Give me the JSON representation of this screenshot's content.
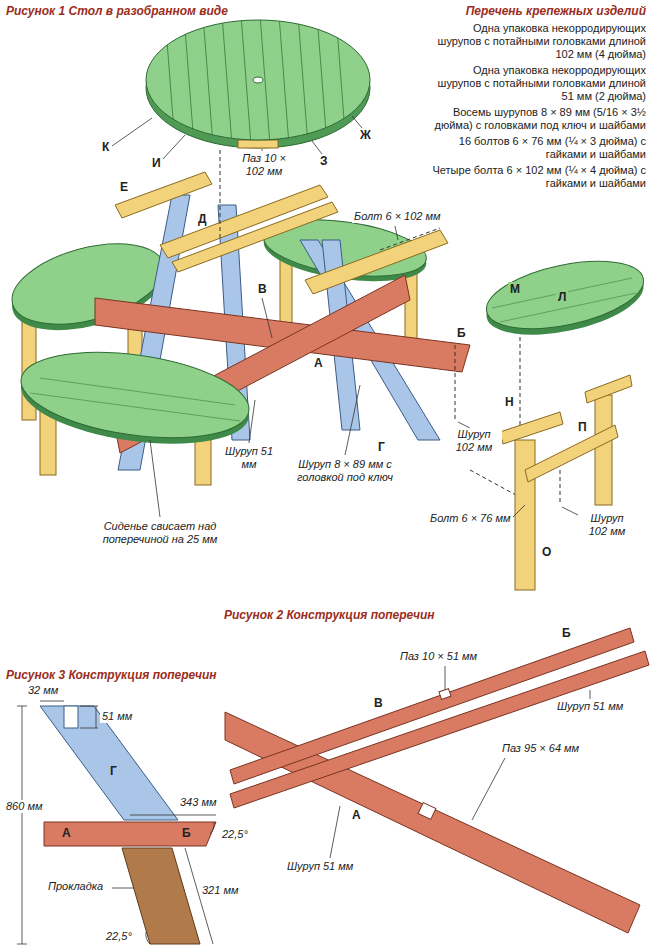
{
  "diagram": {
    "labels": [
      "Рисунок 1 Стол в разобранном виде",
      "Перечень крепежных изделий",
      "Одна упаковка некорродирующих шурупов с потайными головками длиной 102 мм (4 дюйма)",
      "Одна упаковка некорродирующих шурупов с потайными головками длиной 51 мм (2 дюйма)",
      "Восемь шурупов 8 × 89 мм (5/16 × 3½ дюйма) с головками под ключ и шайбами",
      "16 болтов 6 × 76 мм (¼ × 3 дюйма) с гайками и шайбами",
      "Четыре болта 6 × 102 мм (¼ × 4 дюйма) с гайками и шайбами",
      "К",
      "И",
      "Ж",
      "З",
      "Паз 10 × 102 мм",
      "Е",
      "Д",
      "Болт 6 × 102 мм",
      "В",
      "Б",
      "А",
      "Г",
      "Шуруп 51 мм",
      "Шуруп 8 × 89 мм с головкой под ключ",
      "Шуруп 102 мм",
      "Болт 6 × 76 мм",
      "Шуруп 102 мм",
      "М",
      "Л",
      "Н",
      "П",
      "О",
      "Сиденье свисает над поперечиной на 25 мм",
      "Рисунок 2 Конструкция поперечин",
      "Рисунок 3 Конструкция поперечин",
      "32 мм",
      "51 мм",
      "860 мм",
      "Г",
      "343 мм",
      "А",
      "Б",
      "22,5°",
      "Прокладка",
      "321 мм",
      "22,5°",
      "Б",
      "В",
      "Паз 10 × 51 мм",
      "Шуруп 51 мм",
      "А",
      "Паз 95 × 64 мм",
      "Шуруп 51 мм"
    ]
  }
}
